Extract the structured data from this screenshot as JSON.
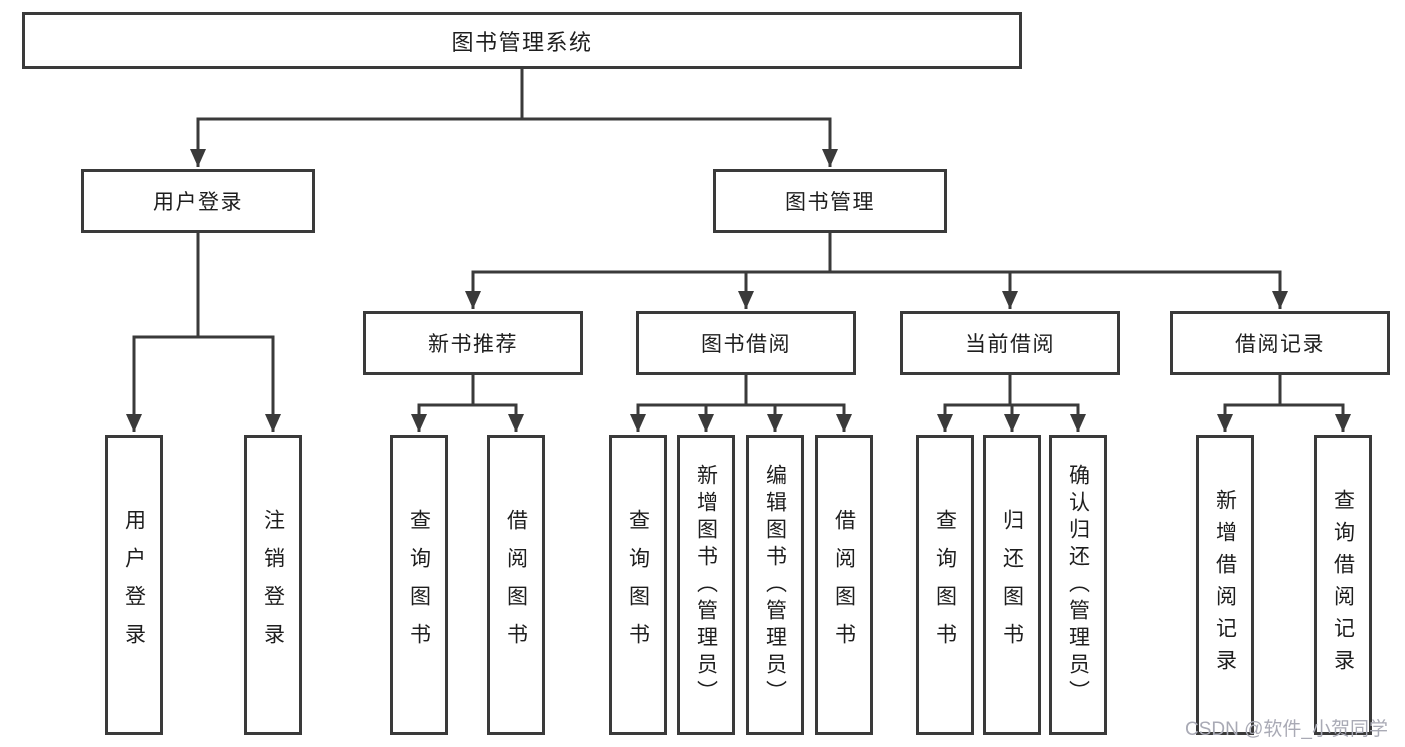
{
  "diagram": {
    "root": "图书管理系统",
    "level2": [
      {
        "label": "用户登录",
        "children": [
          "用户登录",
          "注销登录"
        ]
      },
      {
        "label": "图书管理"
      }
    ],
    "level3": [
      {
        "label": "新书推荐",
        "children": [
          "查询图书",
          "借阅图书"
        ]
      },
      {
        "label": "图书借阅",
        "children": [
          "查询图书",
          "新增图书（管理员）",
          "编辑图书（管理员）",
          "借阅图书"
        ]
      },
      {
        "label": "当前借阅",
        "children": [
          "查询图书",
          "归还图书",
          "确认归还（管理员）"
        ]
      },
      {
        "label": "借阅记录",
        "children": [
          "新增借阅记录",
          "查询借阅记录"
        ]
      }
    ]
  },
  "watermark": "CSDN @软件_小贺同学",
  "colors": {
    "line": "#3a3a3a",
    "text": "#1e1e1e",
    "watermark": "#a9aab5"
  }
}
